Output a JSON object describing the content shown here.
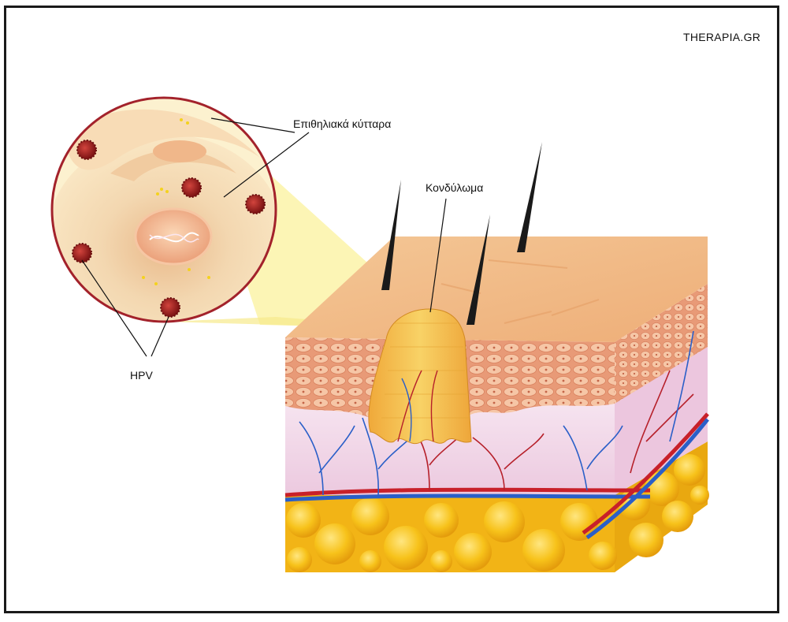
{
  "brand": "THERAPIA.GR",
  "labels": {
    "epithelial_cells": "Επιθηλιακά κύτταρα",
    "condyloma": "Κονδύλωμα",
    "hpv": "HPV"
  },
  "colors": {
    "virus": "#8e1a1a",
    "cell_border": "#a3222b",
    "skin_top": "#f2c08f",
    "epidermis": "#e9a07a",
    "dermis": "#f1d9ec",
    "fat": "#f7c21a",
    "wart": "#f5c24a",
    "artery": "#c8202a",
    "vein": "#2a5fc8",
    "zoom_cone": "#fbf3a8"
  }
}
